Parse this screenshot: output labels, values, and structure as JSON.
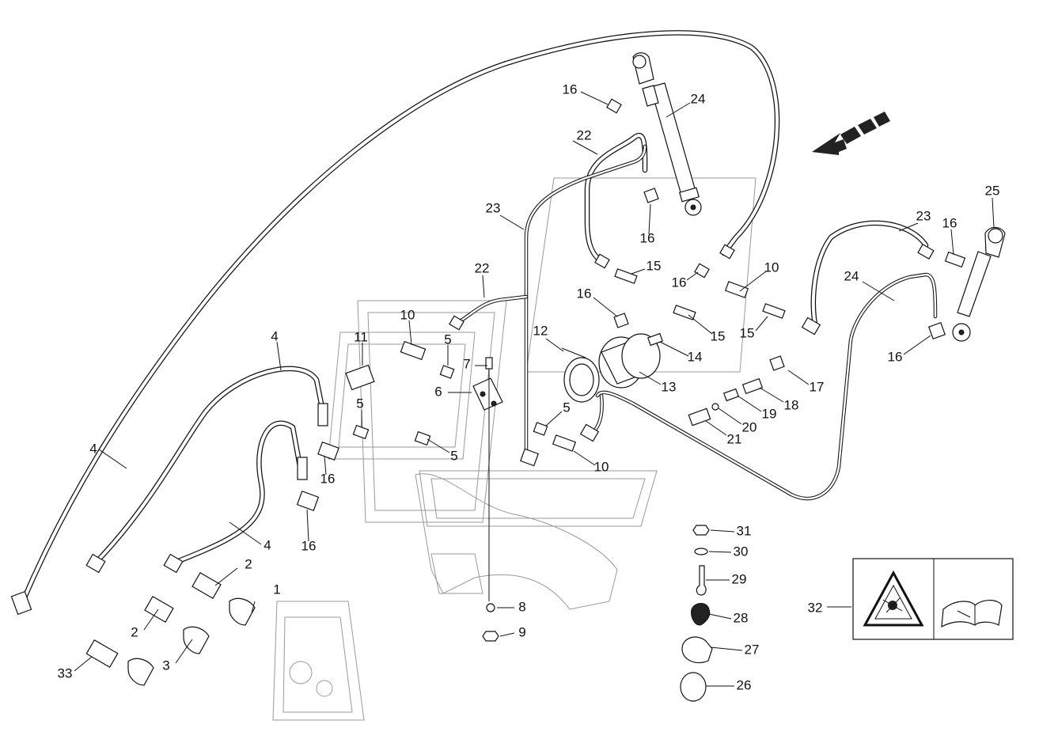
{
  "callouts": [
    {
      "label": "1"
    },
    {
      "label": "2"
    },
    {
      "label": "2"
    },
    {
      "label": "3"
    },
    {
      "label": "4"
    },
    {
      "label": "4"
    },
    {
      "label": "4"
    },
    {
      "label": "5"
    },
    {
      "label": "5"
    },
    {
      "label": "5"
    },
    {
      "label": "5"
    },
    {
      "label": "6"
    },
    {
      "label": "7"
    },
    {
      "label": "8"
    },
    {
      "label": "9"
    },
    {
      "label": "10"
    },
    {
      "label": "10"
    },
    {
      "label": "10"
    },
    {
      "label": "11"
    },
    {
      "label": "12"
    },
    {
      "label": "13"
    },
    {
      "label": "14"
    },
    {
      "label": "15"
    },
    {
      "label": "15"
    },
    {
      "label": "15"
    },
    {
      "label": "16"
    },
    {
      "label": "16"
    },
    {
      "label": "16"
    },
    {
      "label": "16"
    },
    {
      "label": "16"
    },
    {
      "label": "16"
    },
    {
      "label": "16"
    },
    {
      "label": "16"
    },
    {
      "label": "17"
    },
    {
      "label": "18"
    },
    {
      "label": "19"
    },
    {
      "label": "20"
    },
    {
      "label": "21"
    },
    {
      "label": "22"
    },
    {
      "label": "22"
    },
    {
      "label": "23"
    },
    {
      "label": "23"
    },
    {
      "label": "24"
    },
    {
      "label": "24"
    },
    {
      "label": "25"
    },
    {
      "label": "26"
    },
    {
      "label": "27"
    },
    {
      "label": "28"
    },
    {
      "label": "29"
    },
    {
      "label": "30"
    },
    {
      "label": "31"
    },
    {
      "label": "32"
    },
    {
      "label": "33"
    }
  ],
  "warning_label": {
    "explosion_icon": "explosion-warning-icon",
    "manual_icon": "read-manual-icon"
  },
  "direction_arrow": {
    "icon": "travel-direction-arrow-icon"
  }
}
